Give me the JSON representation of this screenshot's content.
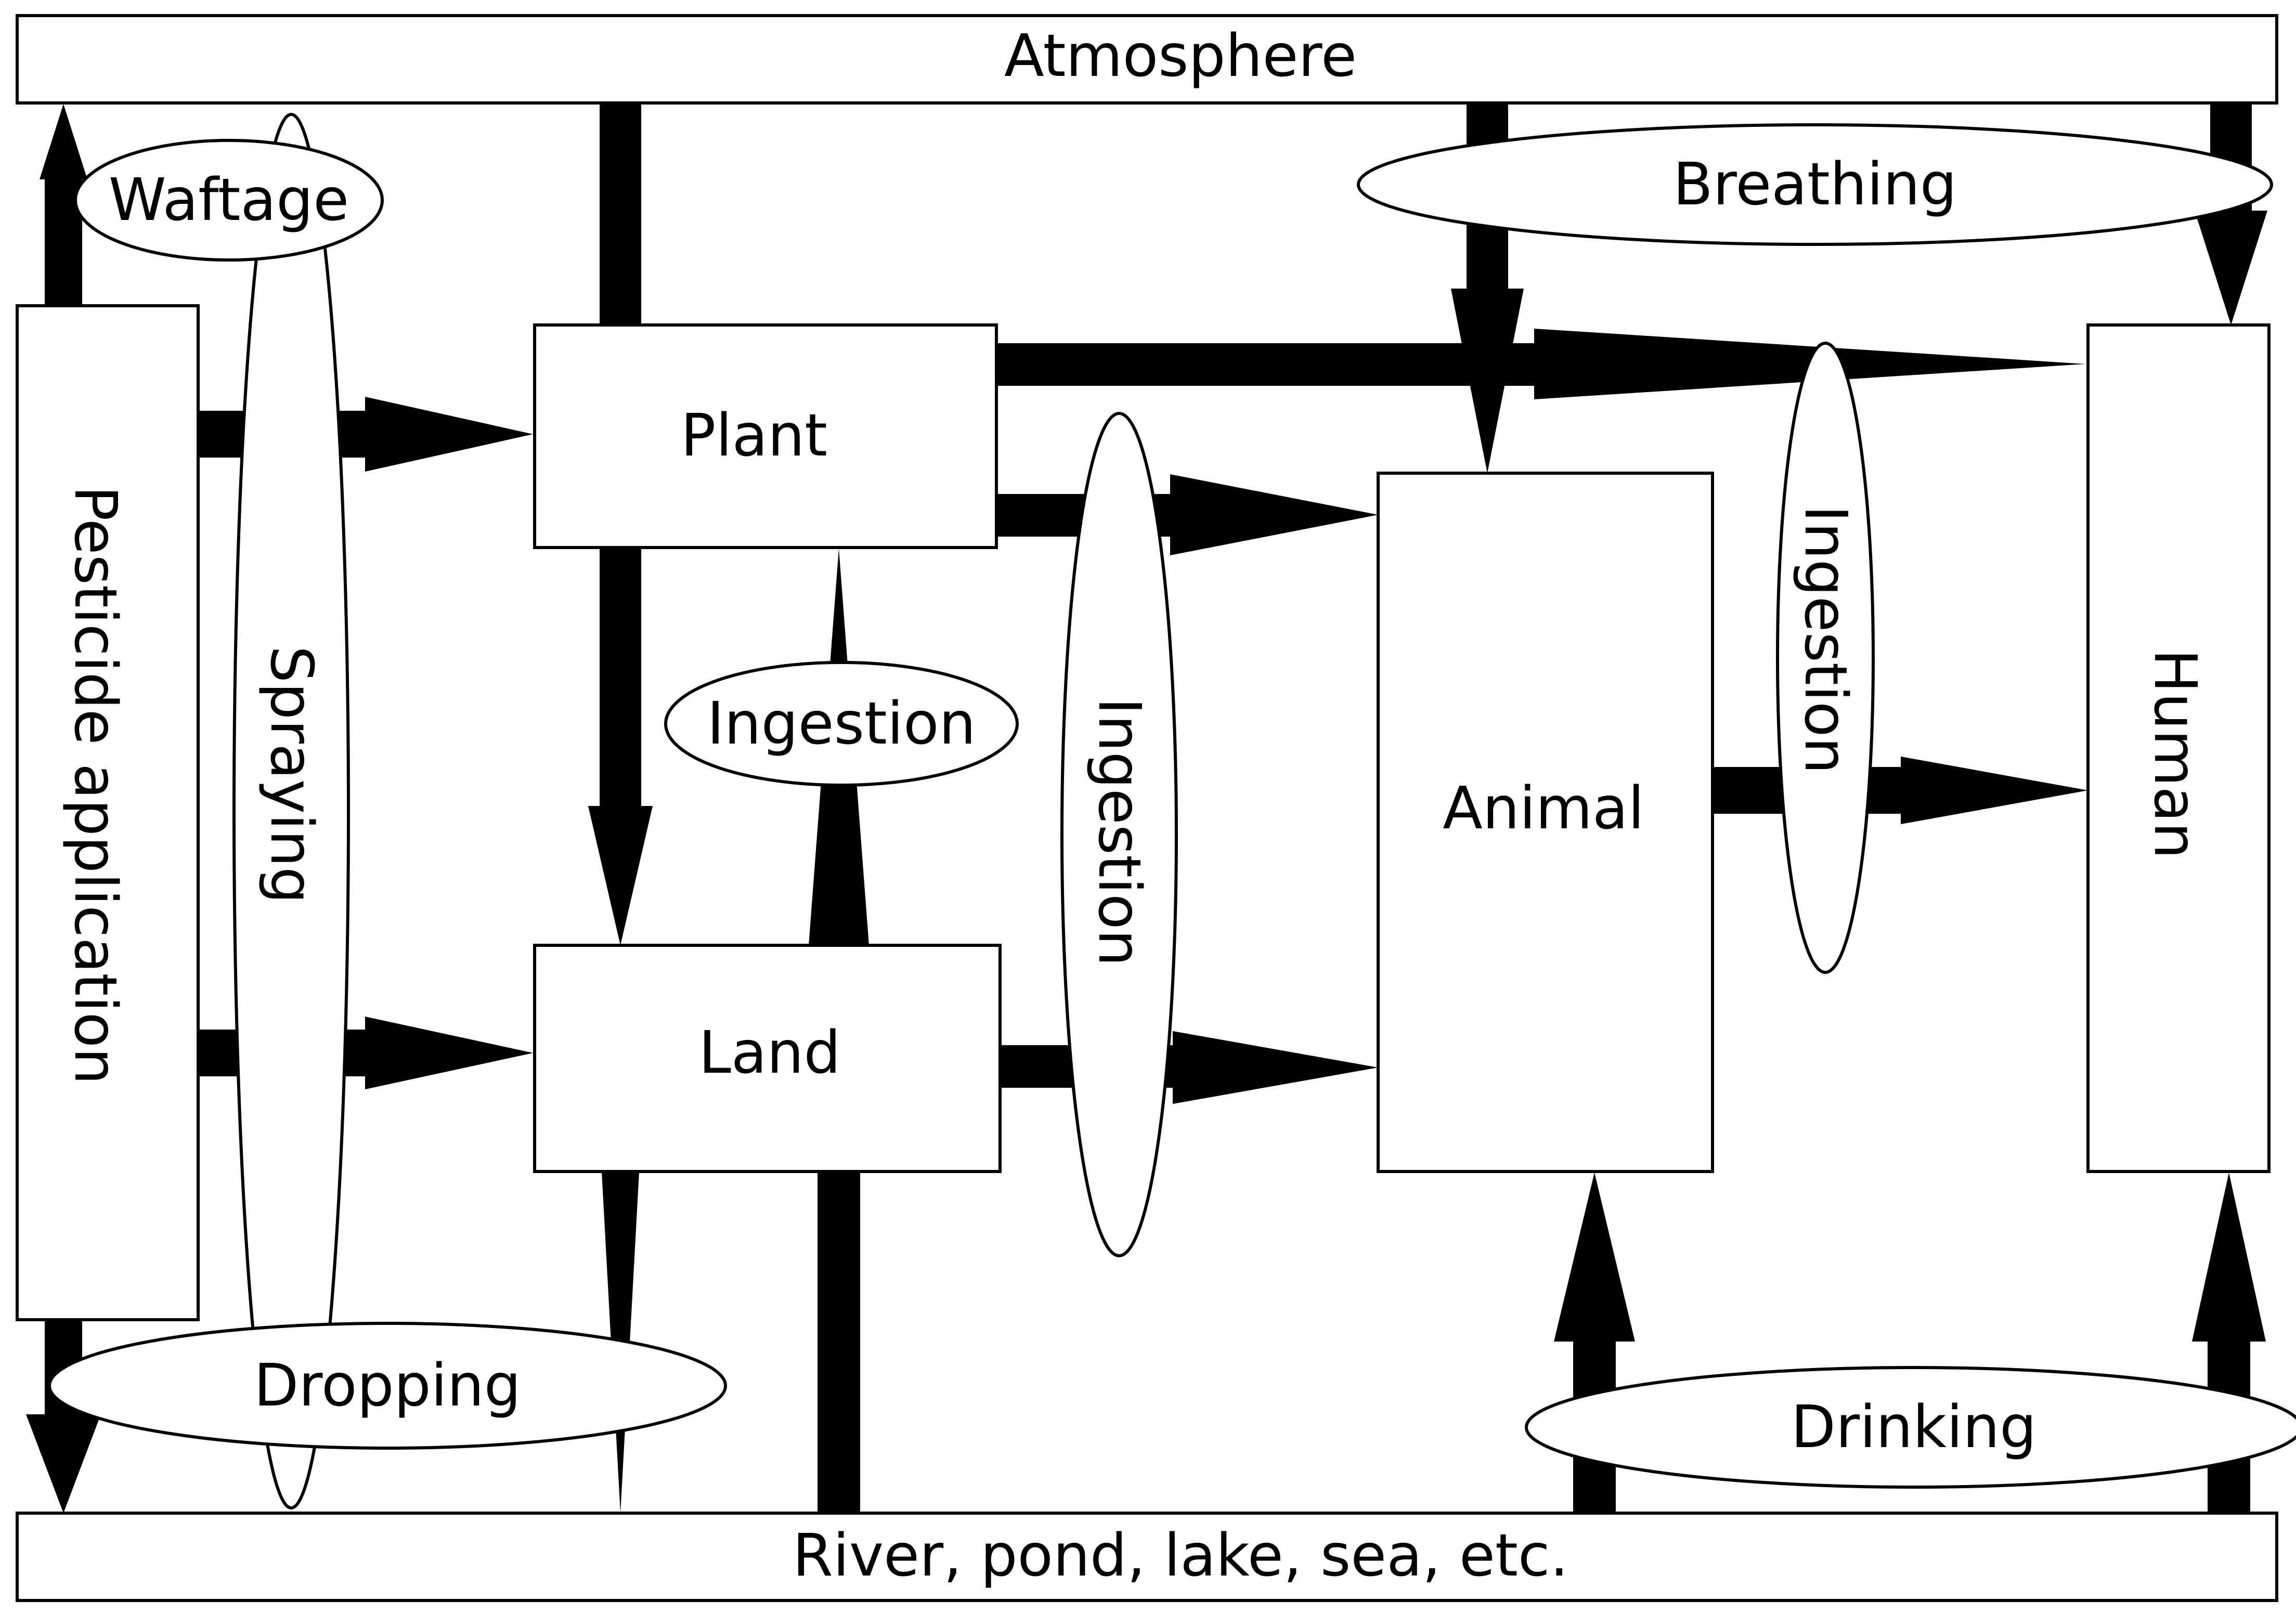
{
  "nodes": {
    "atmosphere": "Atmosphere",
    "pesticide_application": "Pesticide application",
    "plant": "Plant",
    "land": "Land",
    "animal": "Animal",
    "human": "Human",
    "water": "River, pond, lake, sea, etc."
  },
  "processes": {
    "waftage": "Waftage",
    "spraying": "Spraying",
    "dropping": "Dropping",
    "ingestion_land_plant": "Ingestion",
    "ingestion_to_animal": "Ingestion",
    "ingestion_to_human": "Ingestion",
    "breathing": "Breathing",
    "drinking": "Drinking"
  },
  "colors": {
    "stroke": "#000000",
    "fill": "#ffffff"
  }
}
